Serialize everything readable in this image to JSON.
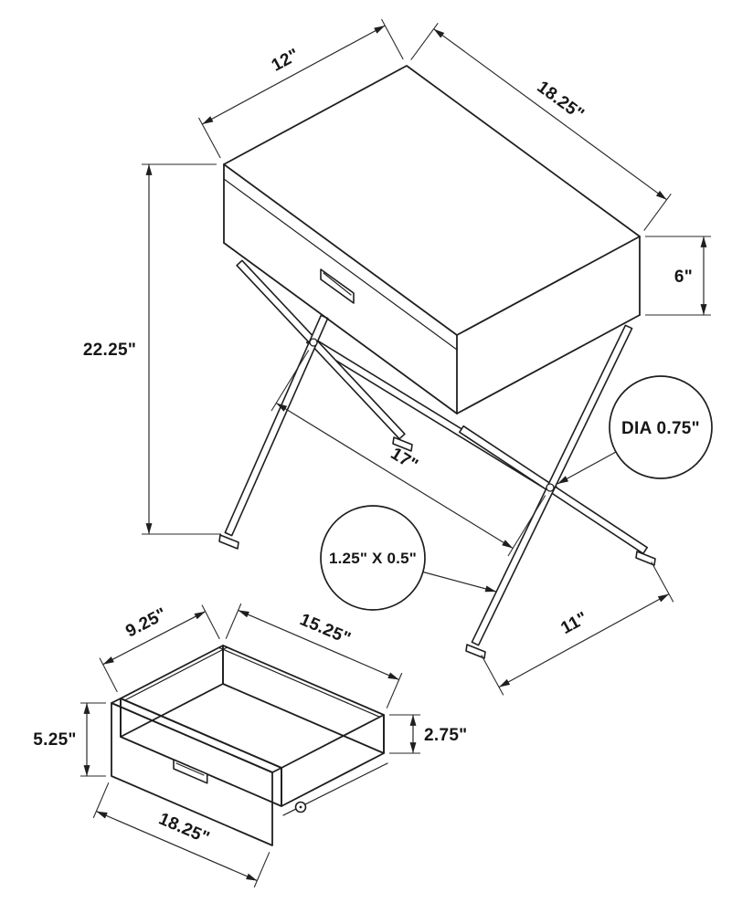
{
  "view": "furniture dimension diagram",
  "colors": {
    "line": "#1f1f1f",
    "background": "#ffffff"
  },
  "main": {
    "top_depth": "12\"",
    "top_width": "18.25\"",
    "drawer_box_height": "6\"",
    "overall_height": "22.25\"",
    "stretcher_length": "17\"",
    "foot_spread": "11\"",
    "stretcher_diameter": "DIA 0.75\"",
    "leg_profile": "1.25\" X 0.5\""
  },
  "drawer": {
    "inner_depth": "9.25\"",
    "inner_width": "15.25\"",
    "front_height": "5.25\"",
    "side_height": "2.75\"",
    "outer_width": "18.25\""
  }
}
